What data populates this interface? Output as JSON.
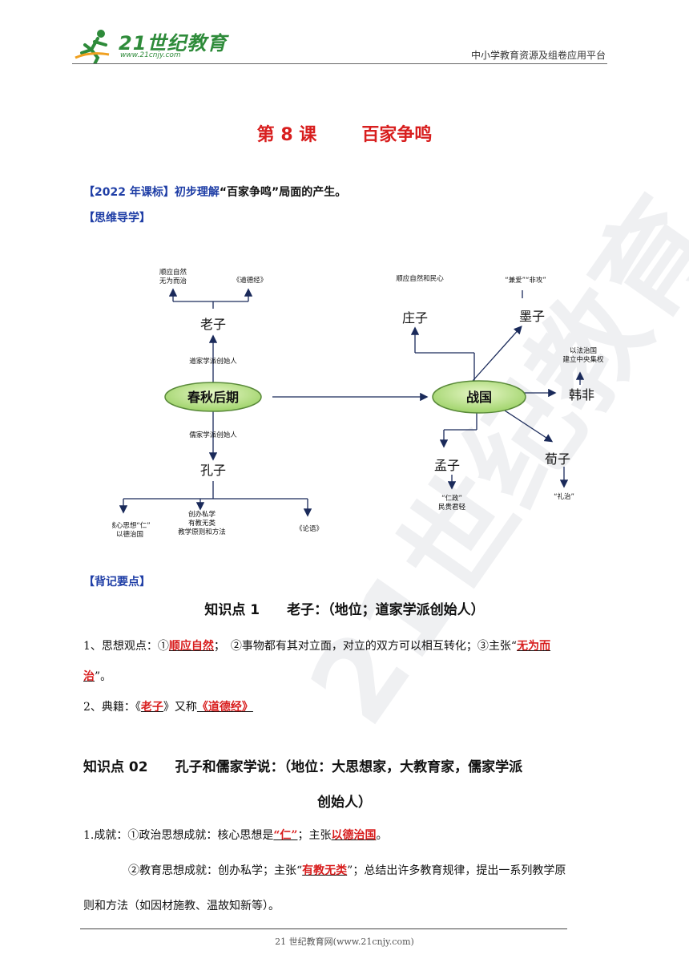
{
  "header": {
    "logo_text": "21世纪教育",
    "logo_url": "www.21cnjy.com",
    "right_text": "中小学教育资源及组卷应用平台"
  },
  "title": {
    "lesson": "第 8 课",
    "name": "百家争鸣"
  },
  "standard": {
    "tag": "【2022 年课标】",
    "lead": "初步理解",
    "text": "“百家争鸣”局面的产生。"
  },
  "mindmap_tag": "【思维导学】",
  "diagram": {
    "spring_autumn": "春秋后期",
    "warring_states": "战国",
    "laozi": "老子",
    "laozi_edge": "道家学派创始人",
    "laozi_idea": "顺应自然\n无为而治",
    "laozi_book": "《道德经》",
    "confucius": "孔子",
    "confucius_edge": "儒家学派创始人",
    "confucius_idea": "核心思想“仁”\n以德治国",
    "confucius_edu": "创办私学\n有教无类\n教学原则和方法",
    "confucius_book": "《论语》",
    "zhuangzi": "庄子",
    "zhuangzi_idea": "顺应自然和民心",
    "mozi": "墨子",
    "mozi_idea": "“兼爱”“非攻”",
    "hanfei": "韩非",
    "hanfei_idea": "以法治国\n建立中央集权",
    "mengzi": "孟子",
    "mengzi_idea": "“仁政”\n民贵君轻",
    "xunzi": "荀子",
    "xunzi_idea": "“礼治”"
  },
  "memo_tag": "【背记要点】",
  "kp1": {
    "heading": "知识点 1　　老子：（地位；道家学派创始人）",
    "line1_a": "1、思想观点：①",
    "line1_red1": "顺应自然",
    "line1_b": "；　②事物都有其对立面，对立的双方可以相互转化；③主张“",
    "line1_red2": "无为而",
    "line2_red": "治",
    "line2_b": "”。",
    "line3_a": "2、典籍：《",
    "line3_red1": "老子",
    "line3_b": "》又称",
    "line3_red2": "《道德经》"
  },
  "kp2": {
    "heading_1": "知识点 02　　孔子和儒家学说：（地位：大思想家，大教育家，儒家学派",
    "heading_2": "创始人）",
    "line1_a": "1.成就：①政治思想成就：核心思想是",
    "line1_red1": "“仁”",
    "line1_b": "；主张",
    "line1_red2": "以德治国",
    "line1_c": "。",
    "line2_a": "②教育思想成就：创办私学；主张“",
    "line2_red": "有教无类",
    "line2_b": "”；总结出许多教育规律，提出一系列教学原",
    "line3": "则和方法（如因材施教、温故知新等）。"
  },
  "watermark": "21世纪教育",
  "footer": "21 世纪教育网(www.21cnjy.com)"
}
